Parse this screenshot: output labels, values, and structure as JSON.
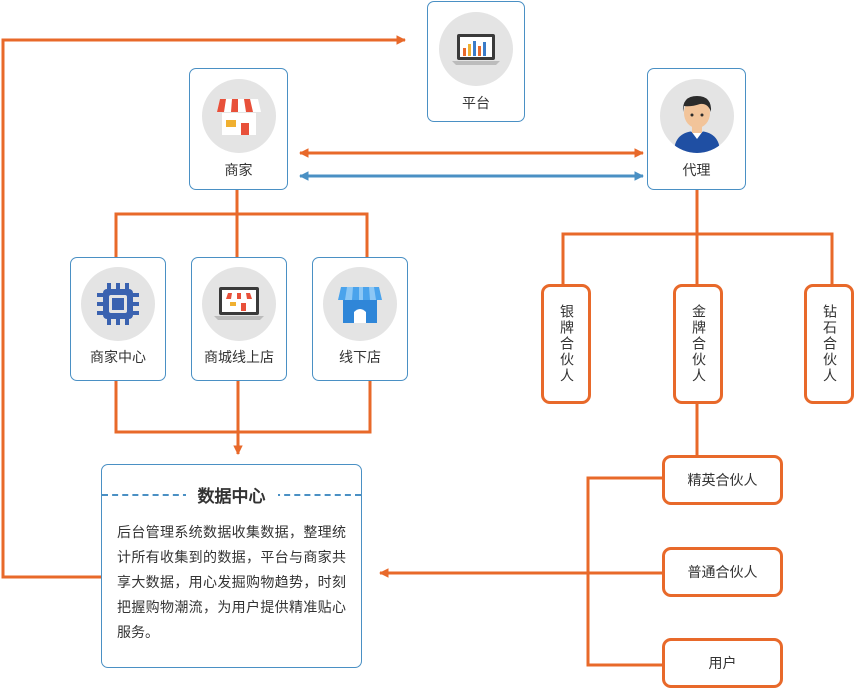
{
  "nodes": {
    "platform": "平台",
    "merchant": "商家",
    "agent": "代理",
    "merchant_center": "商家中心",
    "mall_online": "商城线上店",
    "offline_store": "线下店",
    "silver_partner": "银牌合伙人",
    "gold_partner": "金牌合伙人",
    "diamond_partner": "钻石合伙人",
    "elite_partner": "精英合伙人",
    "regular_partner": "普通合伙人",
    "user": "用户"
  },
  "data_center": {
    "title": "数据中心",
    "description": "后台管理系统数据收集数据，整理统计所有收集到的数据，平台与商家共享大数据，用心发掘购物趋势，时刻把握购物潮流，为用户提供精准贴心服务。"
  },
  "icons": {
    "platform": "laptop-bar-chart-icon",
    "merchant": "shop-awning-icon",
    "agent": "person-avatar-icon",
    "merchant_center": "chip-icon",
    "mall_online": "laptop-shop-icon",
    "offline_store": "storefront-icon"
  },
  "colors": {
    "orange": "#e8692a",
    "blue": "#4a90c4",
    "circle_bg": "#e4e4e4"
  }
}
